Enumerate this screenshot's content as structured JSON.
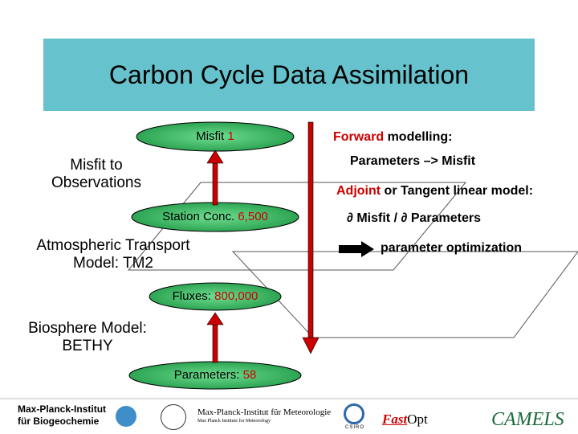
{
  "title": "Carbon Cycle Data Assimilation",
  "nodes": {
    "misfit": {
      "label": "Misfit",
      "value": "1"
    },
    "station": {
      "label": "Station Conc.",
      "value": "6,500"
    },
    "fluxes": {
      "label": "Fluxes:",
      "value": "800,000"
    },
    "parameters": {
      "label": "Parameters:",
      "value": "58"
    }
  },
  "side_labels": {
    "misfit_to_obs": [
      "Misfit to",
      "Observations"
    ],
    "transport": [
      "Atmospheric Transport",
      "Model: TM2"
    ],
    "biosphere": [
      "Biosphere Model:",
      "BETHY"
    ]
  },
  "right_text": {
    "forward_red": "Forward",
    "forward_rest": " modelling:",
    "params_to_misfit": "Parameters –> Misfit",
    "adjoint_red": "Adjoint",
    "adjoint_rest": " or Tangent linear model:",
    "gradient": "∂ Misfit / ∂ Parameters",
    "optimization": "parameter optimization"
  },
  "logos": {
    "mpi_bgc": [
      "Max-Planck-Institut",
      "für Biogeochemie"
    ],
    "mpi_met": [
      "Max-Planck-Institut für Meteorologie",
      "Max Planck Institute for Meteorology"
    ],
    "csiro": "CSIRO",
    "fastopt_red": "Fast",
    "fastopt_rest": "Opt",
    "camels": "CAMELS"
  },
  "colors": {
    "title_bg": "#66c2cc",
    "ellipse_fill": "#33b060",
    "arrow_red": "#cc0000",
    "accent_red": "#cc0000"
  }
}
